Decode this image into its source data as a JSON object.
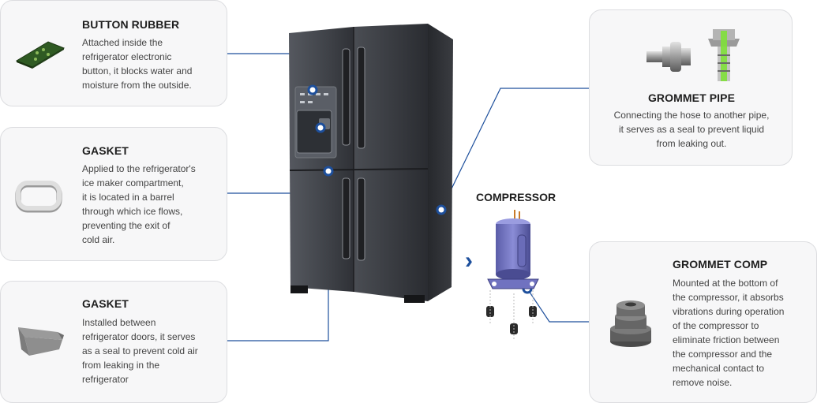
{
  "parts": {
    "button_rubber": {
      "title": "BUTTON RUBBER",
      "lines": [
        "Attached inside the",
        "refrigerator electronic",
        "button, it blocks water and",
        "moisture from the outside."
      ]
    },
    "gasket_ice": {
      "title": "GASKET",
      "lines": [
        "Applied to the refrigerator's",
        "ice maker compartment,",
        "it is located in a barrel",
        "through which ice flows,",
        "preventing the exit of",
        "cold air."
      ]
    },
    "gasket_door": {
      "title": "GASKET",
      "lines": [
        "Installed between",
        "refrigerator doors, it serves",
        "as a seal to prevent cold air",
        "from leaking in the",
        "refrigerator"
      ]
    },
    "grommet_pipe": {
      "title": "GROMMET PIPE",
      "lines": [
        "Connecting the hose to another pipe,",
        "it serves as a seal to prevent liquid",
        "from leaking out."
      ]
    },
    "grommet_comp": {
      "title": "GROMMET COMP",
      "lines": [
        "Mounted at the bottom of",
        "the compressor, it absorbs",
        "vibrations during operation",
        "of the compressor to",
        "eliminate friction between",
        "the compressor and the",
        "mechanical contact to",
        "remove noise."
      ]
    }
  },
  "compressor": {
    "label": "COMPRESSOR"
  },
  "colors": {
    "accent": "#1d4f9c",
    "card_bg": "#f7f7f8",
    "card_border": "#dcdde0"
  }
}
